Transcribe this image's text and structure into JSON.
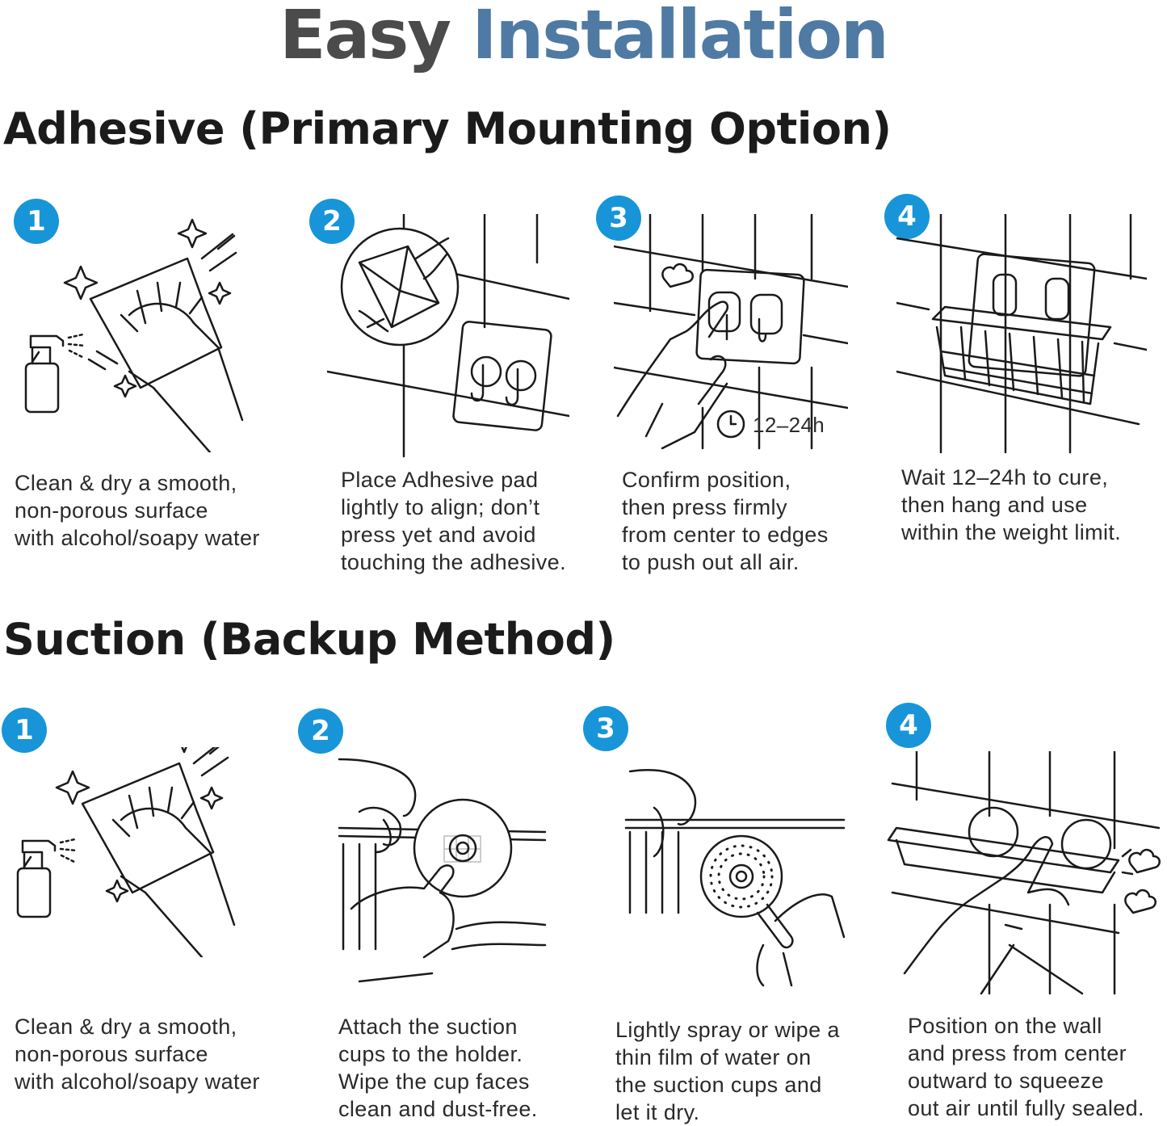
{
  "title": {
    "word1": "Easy",
    "word2": "Installation"
  },
  "colors": {
    "title_gray": "#4b4b4b",
    "title_blue": "#4f7aa3",
    "badge_blue": "#1795d8",
    "line": "#1a1a1a"
  },
  "adhesive": {
    "heading": "Adhesive (Primary Mounting Option)",
    "steps": [
      {
        "number": "1",
        "icon": "spray-and-wipe-illustration",
        "text": "Clean & dry a smooth,\nnon-porous surface\nwith alcohol/soapy water"
      },
      {
        "number": "2",
        "icon": "align-adhesive-pad-illustration",
        "text": "Place Adhesive pad\nlightly to align; don’t\npress yet and avoid\ntouching the adhesive."
      },
      {
        "number": "3",
        "icon": "press-pad-illustration",
        "text": "Confirm position,\nthen press firmly\nfrom center to edges\nto push out all air.",
        "timer_label": "12–24h"
      },
      {
        "number": "4",
        "icon": "hang-basket-illustration",
        "text": "Wait 12–24h to cure,\nthen hang and use\nwithin the weight limit."
      }
    ]
  },
  "suction": {
    "heading": "Suction (Backup Method)",
    "steps": [
      {
        "number": "1",
        "icon": "spray-and-wipe-illustration",
        "text": "Clean & dry a smooth,\nnon-porous surface\nwith alcohol/soapy water"
      },
      {
        "number": "2",
        "icon": "attach-suction-cup-illustration",
        "text": "Attach the suction\ncups to the holder.\nWipe the cup faces\nclean and dust-free."
      },
      {
        "number": "3",
        "icon": "spray-water-illustration",
        "text": "Lightly spray or wipe a\nthin film of water on\nthe suction cups and\nlet it dry."
      },
      {
        "number": "4",
        "icon": "press-basket-to-wall-illustration",
        "text": "Position on the wall\nand press from center\noutward to squeeze\nout air until fully sealed."
      }
    ]
  }
}
